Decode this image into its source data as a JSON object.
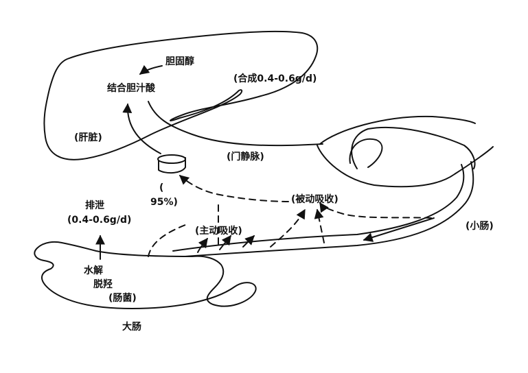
{
  "colors": {
    "line": "#111111",
    "background": "#ffffff"
  },
  "labels": {
    "cholesterol": "胆固醇",
    "conjugated_bile_acid": "结合胆汁酸",
    "synthesis": "(合成0.4-0.6g/d)",
    "liver": "(肝脏)",
    "portal_vein": "(门静脉)",
    "recycle_paren": "(",
    "recycle_percent": "95%)",
    "excretion_title": "排泄",
    "excretion_amount": "(0.4-0.6g/d)",
    "passive_absorption": "(被动吸收)",
    "active_absorption": "(主动吸收)",
    "small_intestine": "(小肠)",
    "hydrolysis": "水解",
    "dehydroxylation": "脱羟",
    "bacteria": "(肠菌)",
    "large_intestine": "大肠"
  }
}
